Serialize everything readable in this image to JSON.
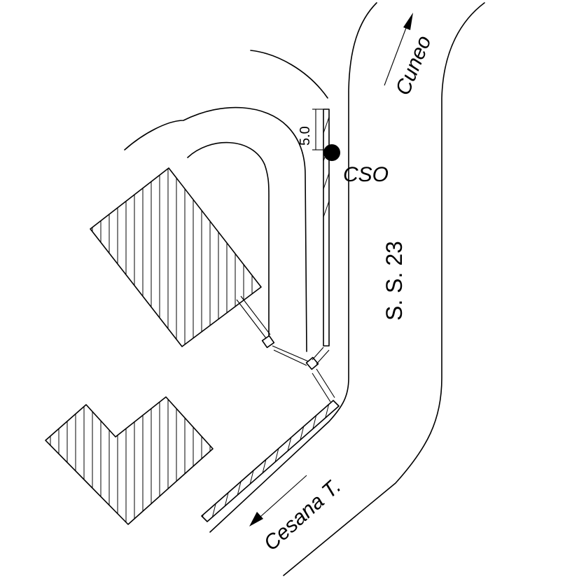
{
  "labels": {
    "cuneo": "Cuneo",
    "cso": "CSO",
    "road": "S. S. 23",
    "cesana": "Cesana T.",
    "dimension": "5.0"
  },
  "colors": {
    "ink": "#000000",
    "paper": "#ffffff"
  },
  "icons": {
    "north_arrow": "arrow-up-right-icon",
    "south_arrow": "arrow-down-left-icon",
    "station_marker": "filled-circle-icon"
  }
}
